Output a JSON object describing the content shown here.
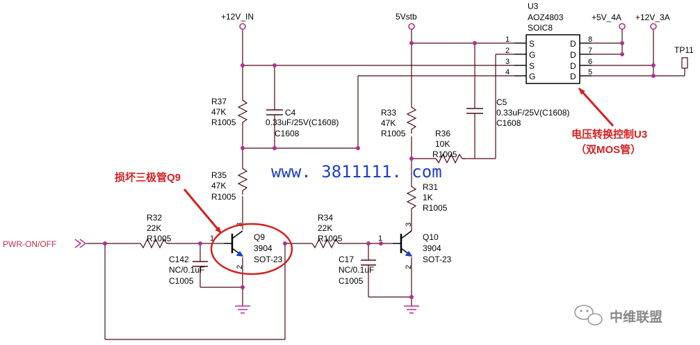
{
  "nets": {
    "v12_in": "+12V_IN",
    "v5_stb": "5Vstb",
    "v5_4a": "+5V_4A",
    "v12_3a": "+12V_3A",
    "tp11": "TP11",
    "pwr_on_off": "PWR-ON/OFF"
  },
  "u3": {
    "ref": "U3",
    "part": "AOZ4803",
    "package": "SOIC8",
    "left_pins": [
      {
        "num": "1",
        "name": "S"
      },
      {
        "num": "2",
        "name": "G"
      },
      {
        "num": "3",
        "name": "S"
      },
      {
        "num": "4",
        "name": "G"
      }
    ],
    "right_pins": [
      {
        "num": "8",
        "name": "D"
      },
      {
        "num": "7",
        "name": "D"
      },
      {
        "num": "6",
        "name": "D"
      },
      {
        "num": "5",
        "name": "D"
      }
    ]
  },
  "resistors": {
    "r37": {
      "ref": "R37",
      "value": "47K",
      "pkg": "R1005"
    },
    "r35": {
      "ref": "R35",
      "value": "47K",
      "pkg": "R1005"
    },
    "r33": {
      "ref": "R33",
      "value": "47K",
      "pkg": "R1005"
    },
    "r36": {
      "ref": "R36",
      "value": "10K",
      "pkg": "R1005"
    },
    "r31": {
      "ref": "R31",
      "value": "1K",
      "pkg": "R1005"
    },
    "r32": {
      "ref": "R32",
      "value": "22K",
      "pkg": "R1005"
    },
    "r34": {
      "ref": "R34",
      "value": "22K",
      "pkg": "R1005"
    }
  },
  "capacitors": {
    "c4": {
      "ref": "C4",
      "value": "0.33uF/25V(C1608)",
      "pkg": "C1608"
    },
    "c5": {
      "ref": "C5",
      "value": "0.33uF/25V(C1608)",
      "pkg": "C1608"
    },
    "c142": {
      "ref": "C142",
      "value": "NC/0.1uF",
      "pkg": "C1005"
    },
    "c17": {
      "ref": "C17",
      "value": "NC/0.1uF",
      "pkg": "C1005"
    }
  },
  "transistors": {
    "q9": {
      "ref": "Q9",
      "part": "3904",
      "pkg": "SOT-23",
      "pins": [
        "1",
        "2",
        "3"
      ]
    },
    "q10": {
      "ref": "Q10",
      "part": "3904",
      "pkg": "SOT-23",
      "pins": [
        "1",
        "2",
        "3"
      ]
    }
  },
  "annotations": {
    "damaged": "损坏三极管Q9",
    "u3_line1": "电压转换控制U3",
    "u3_line2": "（双MOS管）"
  },
  "watermark": "www. 3811111. com",
  "logo": "中维联盟",
  "colors": {
    "wire": "#4a0a12",
    "junction": "#b0308f",
    "annotation": "#d42020",
    "watermark": "#1e3fc8"
  }
}
